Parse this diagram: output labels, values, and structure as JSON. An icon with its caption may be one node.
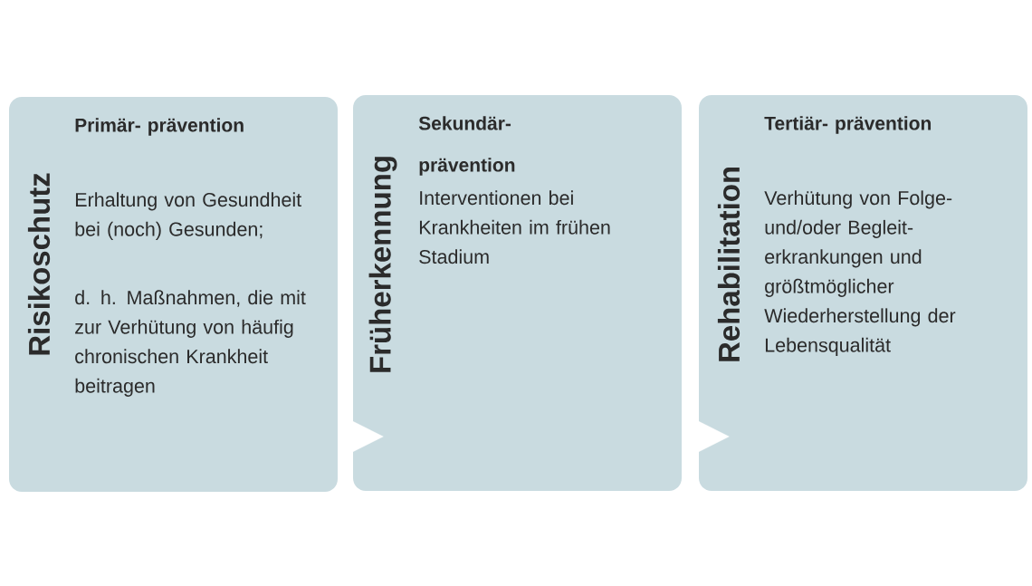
{
  "diagram": {
    "nodes": [
      {
        "text": [
          "Risikoschutz",
          "Primär- prävention",
          "Erhaltung von Gesundheit bei (noch) Gesunden;",
          "d. h. Maßnahmen, die mit zur Verhütung von häufig chronischen Krankheit beitragen"
        ]
      },
      {
        "text": [
          "Früherkennung",
          "Sekundär- prävention",
          "Interventionen bei Krankheiten im frühen Stadium"
        ]
      },
      {
        "text": [
          "Rehabilitation",
          "Tertiär- prävention",
          "Verhütung von Folge- und/oder Begleit- erkrankungen und größtmöglicher Wiederherstellung der Lebensqualität"
        ]
      }
    ],
    "edges": [
      {
        "from": 0,
        "to": 1,
        "arrow": "to"
      },
      {
        "from": 1,
        "to": 2,
        "arrow": "to"
      }
    ]
  }
}
